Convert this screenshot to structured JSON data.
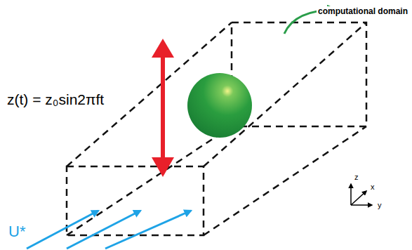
{
  "diagram": {
    "labels": [
      "computational domain",
      "z(t) = z₀sin2πft",
      "U*",
      "z",
      "x",
      "y"
    ]
  }
}
